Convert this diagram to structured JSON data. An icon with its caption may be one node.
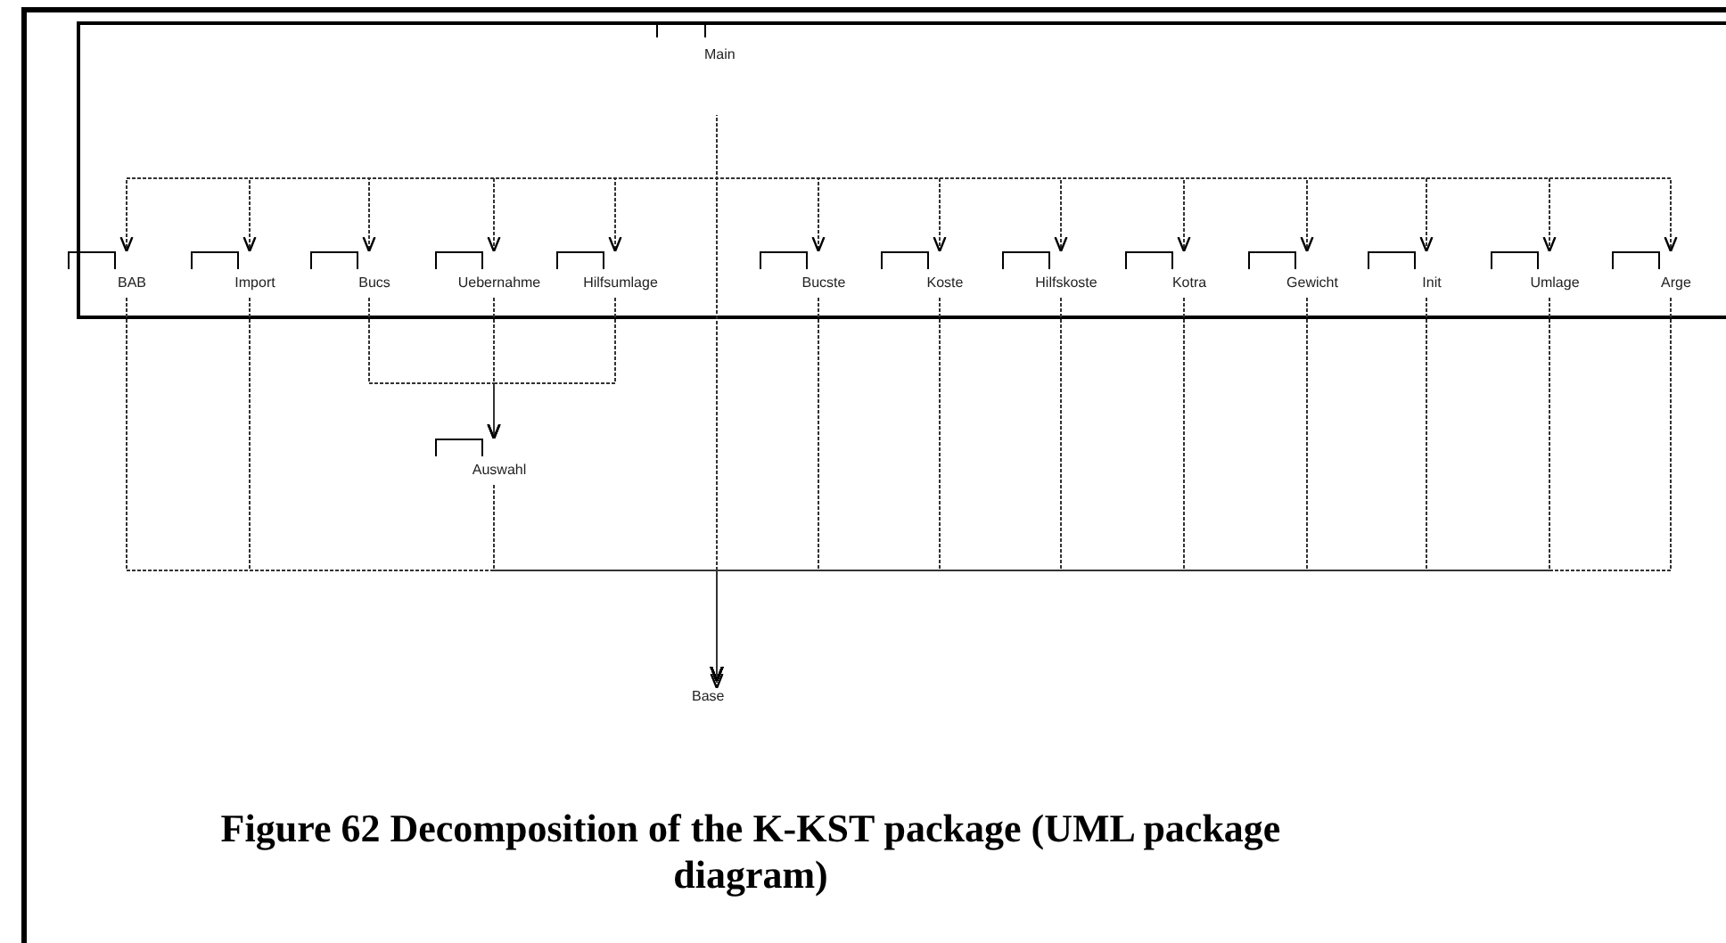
{
  "diagram": {
    "caption": "Figure 62 Decomposition of the K-KST package (UML package diagram)",
    "nodes": [
      {
        "text": [
          "Main"
        ]
      },
      {
        "text": [
          "BAB"
        ],
        "in": 0
      },
      {
        "text": [
          "Import"
        ],
        "in": 0
      },
      {
        "text": [
          "Bucs"
        ],
        "in": 0
      },
      {
        "text": [
          "Uebernahme"
        ],
        "in": 0
      },
      {
        "text": [
          "Hilfsumlage"
        ],
        "in": 0
      },
      {
        "text": [
          "Bucste"
        ],
        "in": 0
      },
      {
        "text": [
          "Koste"
        ],
        "in": 0
      },
      {
        "text": [
          "Hilfskoste"
        ],
        "in": 0
      },
      {
        "text": [
          "Kotra"
        ],
        "in": 0
      },
      {
        "text": [
          "Gewicht"
        ],
        "in": 0
      },
      {
        "text": [
          "Init"
        ],
        "in": 0
      },
      {
        "text": [
          "Umlage"
        ],
        "in": 0
      },
      {
        "text": [
          "Arge"
        ],
        "in": 0
      },
      {
        "text": [
          "Auswahl"
        ]
      },
      {
        "text": [
          "Base"
        ]
      }
    ],
    "edges": [
      {
        "from": 0,
        "to": 1,
        "arrow": "to"
      },
      {
        "from": 0,
        "to": 2,
        "arrow": "to"
      },
      {
        "from": 0,
        "to": 3,
        "arrow": "to"
      },
      {
        "from": 0,
        "to": 4,
        "arrow": "to"
      },
      {
        "from": 0,
        "to": 5,
        "arrow": "to"
      },
      {
        "from": 0,
        "to": 6,
        "arrow": "to"
      },
      {
        "from": 0,
        "to": 7,
        "arrow": "to"
      },
      {
        "from": 0,
        "to": 8,
        "arrow": "to"
      },
      {
        "from": 0,
        "to": 9,
        "arrow": "to"
      },
      {
        "from": 0,
        "to": 10,
        "arrow": "to"
      },
      {
        "from": 0,
        "to": 11,
        "arrow": "to"
      },
      {
        "from": 0,
        "to": 12,
        "arrow": "to"
      },
      {
        "from": 0,
        "to": 13,
        "arrow": "to"
      },
      {
        "from": 3,
        "to": 14,
        "arrow": "to"
      },
      {
        "from": 4,
        "to": 14,
        "arrow": "to"
      },
      {
        "from": 5,
        "to": 14,
        "arrow": "to"
      },
      {
        "from": 0,
        "to": 15,
        "arrow": "to"
      },
      {
        "from": 1,
        "to": 15,
        "arrow": "to"
      },
      {
        "from": 2,
        "to": 15,
        "arrow": "to"
      },
      {
        "from": 14,
        "to": 15,
        "arrow": "to"
      },
      {
        "from": 6,
        "to": 15,
        "arrow": "to"
      },
      {
        "from": 7,
        "to": 15,
        "arrow": "to"
      },
      {
        "from": 8,
        "to": 15,
        "arrow": "to"
      },
      {
        "from": 9,
        "to": 15,
        "arrow": "to"
      },
      {
        "from": 10,
        "to": 15,
        "arrow": "to"
      },
      {
        "from": 11,
        "to": 15,
        "arrow": "to"
      },
      {
        "from": 12,
        "to": 15,
        "arrow": "to"
      },
      {
        "from": 13,
        "to": 15,
        "arrow": "to"
      }
    ]
  }
}
